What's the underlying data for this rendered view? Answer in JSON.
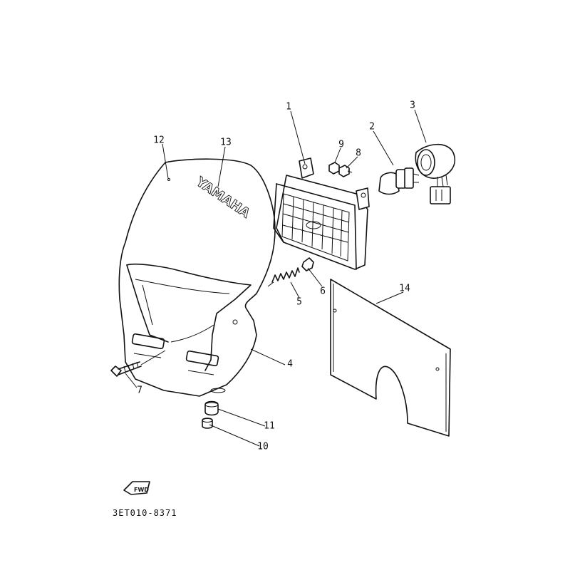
{
  "diagram": {
    "drawing_code": "3ET010-8371",
    "brand_mark": "YAMAHA",
    "fwd_mark": "FWD",
    "callouts": [
      "1",
      "2",
      "3",
      "4",
      "5",
      "6",
      "7",
      "8",
      "9",
      "10",
      "11",
      "12",
      "13",
      "14"
    ]
  }
}
